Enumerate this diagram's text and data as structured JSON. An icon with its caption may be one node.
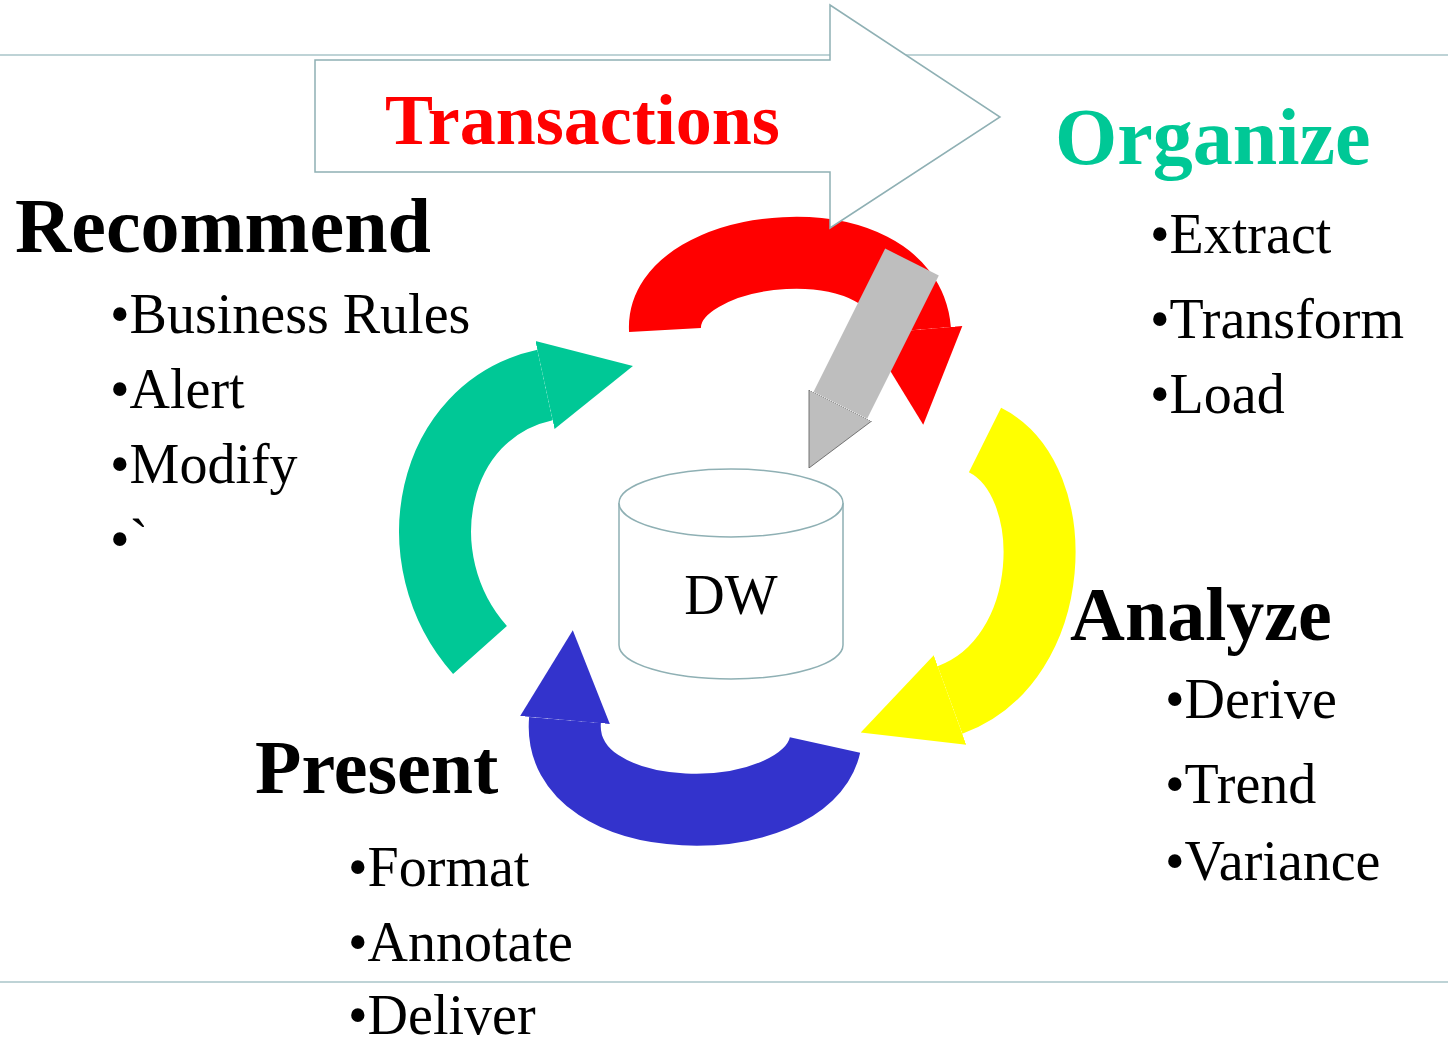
{
  "diagram": {
    "nodes": [
      {
        "text": [
          "Transactions"
        ]
      },
      {
        "text": [
          "Organize",
          "•Extract",
          "•Transform",
          "•Load"
        ]
      },
      {
        "text": [
          "Analyze",
          "•Derive",
          "•Trend",
          "•Variance"
        ]
      },
      {
        "text": [
          "Present",
          "•Format",
          "•Annotate",
          "•Deliver"
        ]
      },
      {
        "text": [
          "Recommend",
          "•Business Rules",
          "•Alert",
          "•Modify",
          "•`"
        ]
      },
      {
        "text": [
          "DW"
        ]
      }
    ],
    "edges": [
      {
        "from": null,
        "to": 5,
        "arrow": "to",
        "color": "#bebebe"
      }
    ]
  }
}
